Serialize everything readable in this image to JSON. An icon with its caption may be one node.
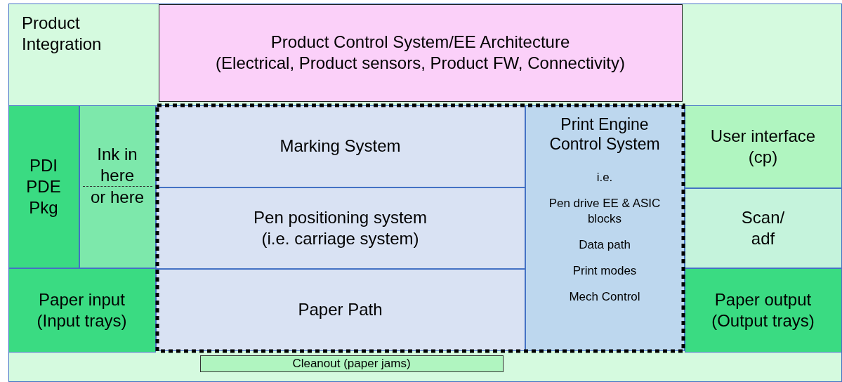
{
  "diagram": {
    "nodes": [
      {
        "text": [
          "Product Integration"
        ]
      },
      {
        "text": [
          "Product Control System/EE Architecture",
          "(Electrical, Product sensors, Product FW, Connectivity)"
        ],
        "in": 0
      },
      {
        "text": [
          "PDI PDE Pkg"
        ],
        "in": 0
      },
      {
        "text": [
          "Ink in here",
          "or here"
        ],
        "in": 0
      },
      {
        "text": [],
        "shape": "box",
        "in": 0
      },
      {
        "text": [
          "Marking System"
        ],
        "in": 4
      },
      {
        "text": [
          "Pen positioning system",
          "(i.e. carriage system)"
        ],
        "in": 4
      },
      {
        "text": [
          "Paper Path"
        ],
        "in": 4
      },
      {
        "text": [
          "Print Engine Control System",
          "i.e.",
          "Pen drive EE & ASIC blocks",
          "Data path",
          "Print modes",
          "Mech Control"
        ],
        "in": 4
      },
      {
        "text": [
          "User interface (cp)"
        ],
        "in": 0
      },
      {
        "text": [
          "Scan/ adf"
        ],
        "in": 0
      },
      {
        "text": [
          "Paper input",
          "(Input trays)"
        ],
        "in": 0
      },
      {
        "text": [
          "Paper output",
          "(Output trays)"
        ],
        "in": 0
      },
      {
        "text": [
          "Cleanout (paper jams)"
        ],
        "in": 0
      }
    ]
  }
}
